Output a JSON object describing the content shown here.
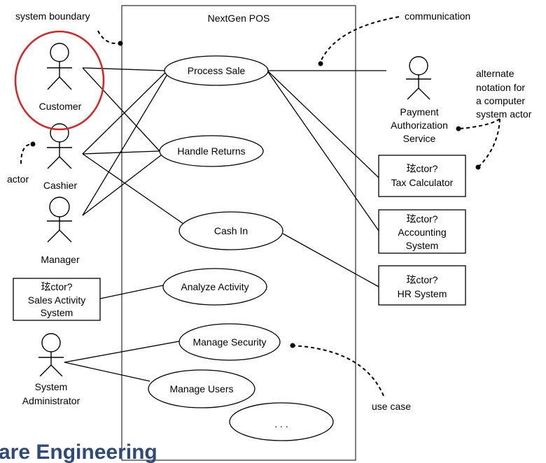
{
  "diagram": {
    "system_title": "NextGen POS",
    "use_cases": [
      {
        "id": "process-sale",
        "label": "Process Sale"
      },
      {
        "id": "handle-returns",
        "label": "Handle Returns"
      },
      {
        "id": "cash-in",
        "label": "Cash In"
      },
      {
        "id": "analyze-activity",
        "label": "Analyze Activity"
      },
      {
        "id": "manage-security",
        "label": "Manage Security"
      },
      {
        "id": "manage-users",
        "label": "Manage Users"
      },
      {
        "id": "more",
        "label": ". . ."
      }
    ],
    "stick_actors": [
      {
        "id": "customer",
        "lines": [
          "Customer"
        ]
      },
      {
        "id": "cashier",
        "lines": [
          "Cashier"
        ]
      },
      {
        "id": "manager",
        "lines": [
          "Manager"
        ]
      },
      {
        "id": "payment-authorization-service",
        "lines": [
          "Payment",
          "Authorization",
          "Service"
        ]
      },
      {
        "id": "system-administrator",
        "lines": [
          "System",
          "Administrator"
        ]
      }
    ],
    "box_actors": [
      {
        "id": "tax-calculator",
        "lines": [
          "玹ctor?",
          "Tax Calculator"
        ]
      },
      {
        "id": "accounting-system",
        "lines": [
          "玹ctor?",
          "Accounting",
          "System"
        ]
      },
      {
        "id": "hr-system",
        "lines": [
          "玹ctor?",
          "HR System"
        ]
      },
      {
        "id": "sales-activity-system",
        "lines": [
          "玹ctor?",
          "Sales Activity",
          "System"
        ]
      }
    ],
    "annotations": [
      {
        "id": "system-boundary",
        "lines": [
          "system boundary"
        ]
      },
      {
        "id": "communication",
        "lines": [
          "communication"
        ]
      },
      {
        "id": "alternate-notation",
        "lines": [
          "alternate",
          "notation for",
          "a computer",
          "system actor"
        ]
      },
      {
        "id": "actor",
        "lines": [
          "actor"
        ]
      },
      {
        "id": "use-case",
        "lines": [
          "use case"
        ]
      }
    ],
    "highlight_color": "#e02020",
    "footer_text": "are Engineering"
  }
}
